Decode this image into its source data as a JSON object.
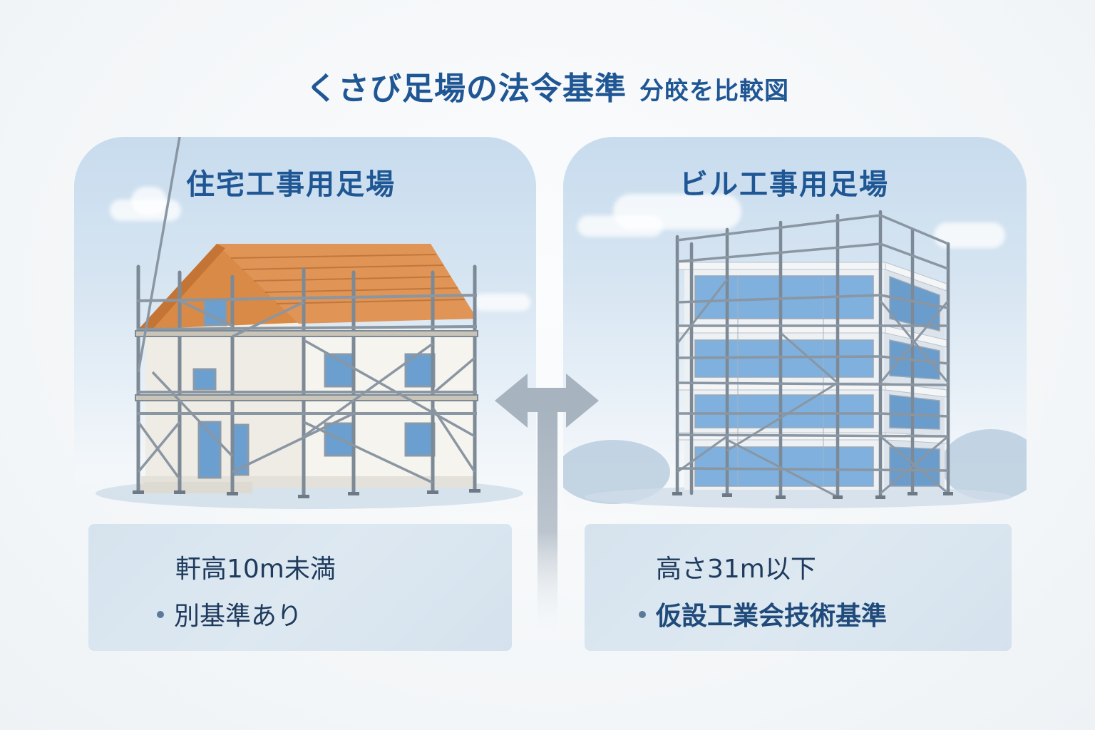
{
  "title": {
    "main": "くさび足場の法令基準",
    "sub": "分皎を比較図"
  },
  "panels": [
    {
      "id": "residential",
      "title": "住宅工事用足場",
      "illustration": "house-with-scaffolding",
      "info": {
        "line1": "軒高10m未満",
        "line2": "別基準あり",
        "line2_bullet": true
      }
    },
    {
      "id": "building",
      "title": "ビル工事用足場",
      "illustration": "building-with-scaffolding",
      "info": {
        "line1": "高さ31m以下",
        "line2": "仮設工業会技術基準",
        "line2_bullet": true
      }
    }
  ],
  "center_arrow": {
    "icon": "double-arrow-icon",
    "direction": "left-right",
    "color": "#a7b3bf"
  },
  "colors": {
    "title": "#1f5694",
    "info_text": "#1e3a5c",
    "sky": "#c8dcee",
    "roof": "#d98c4a",
    "scaffold": "#7d8a96",
    "window": "#6a9fd0",
    "info_box": "#d8e4ee"
  }
}
